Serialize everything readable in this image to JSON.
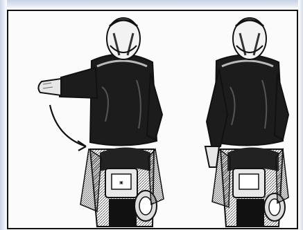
{
  "image": {
    "description_icon": "motorcycle-hand-signal-illustration",
    "panels": [
      {
        "role": "left-panel",
        "icon": "rider-arm-extended-turning-down-icon"
      },
      {
        "role": "right-panel",
        "icon": "rider-arm-lowered-icon"
      }
    ]
  },
  "colors": {
    "frame_tint": "#c9d3e6",
    "ink": "#111111",
    "jacket": "#1c1c1c",
    "paper": "#fbfbfb"
  }
}
